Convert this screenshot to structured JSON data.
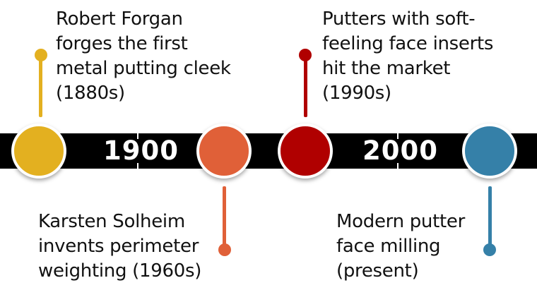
{
  "timeline": {
    "bar_color": "#000000",
    "decades": [
      {
        "label": "1900"
      },
      {
        "label": "2000"
      }
    ],
    "events": [
      {
        "color": "#e3b020",
        "position": "top",
        "lines": [
          "Robert Forgan",
          "forges the first",
          "metal putting cleek",
          "(1880s)"
        ]
      },
      {
        "color": "#e06038",
        "position": "bottom",
        "lines": [
          "Karsten Solheim",
          "invents perimeter",
          "weighting (1960s)"
        ]
      },
      {
        "color": "#b00000",
        "position": "top",
        "lines": [
          "Putters with soft-",
          "feeling face inserts",
          "hit the market",
          "(1990s)"
        ]
      },
      {
        "color": "#3580a8",
        "position": "bottom",
        "lines": [
          "Modern putter",
          "face milling",
          "(present)"
        ]
      }
    ]
  }
}
